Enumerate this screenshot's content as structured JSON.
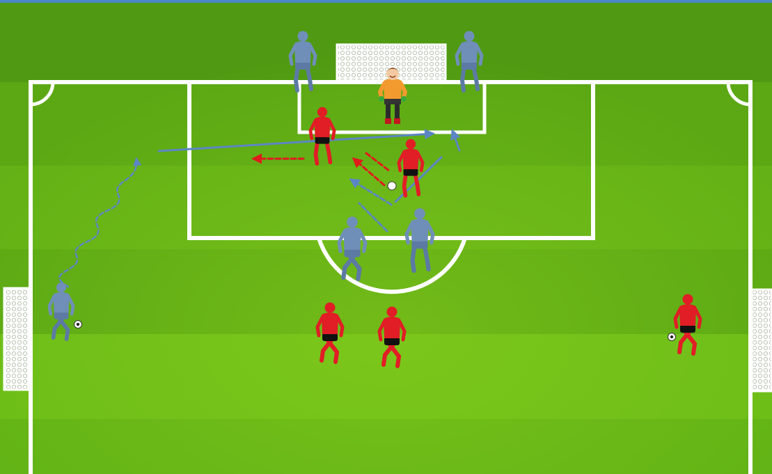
{
  "diagram": {
    "kind": "soccer-training-drill",
    "colors": {
      "pitch_stripe_dark": "#4f9a12",
      "pitch_stripe_light": "#6fbe18",
      "lines": "#ffffff",
      "top_border": "#4a86c8",
      "team_blue": "#6f8fb8",
      "team_red": "#e11d25",
      "goalkeeper": "#f29a2e",
      "pass_arrow_blue": "#5b86c4",
      "run_arrow_red": "#e01b1b"
    },
    "players": {
      "blue": [
        {
          "role": "post-left",
          "state": "standing"
        },
        {
          "role": "post-right",
          "state": "standing"
        },
        {
          "role": "attacker-left",
          "state": "running"
        },
        {
          "role": "attacker-right",
          "state": "running"
        },
        {
          "role": "wide-left-with-ball",
          "state": "dribbling"
        }
      ],
      "red": [
        {
          "role": "defender-near-post",
          "state": "running"
        },
        {
          "role": "defender-centre",
          "state": "running"
        },
        {
          "role": "waiting-left",
          "state": "running"
        },
        {
          "role": "waiting-right",
          "state": "running"
        },
        {
          "role": "wide-right-with-ball",
          "state": "dribbling"
        }
      ],
      "goalkeeper": {
        "role": "goalkeeper",
        "state": "ready"
      }
    },
    "balls": [
      {
        "role": "in-box"
      },
      {
        "role": "wide-left"
      },
      {
        "role": "wide-right"
      }
    ],
    "movements": [
      {
        "type": "dribble",
        "team": "blue",
        "style": "dashed-curly"
      },
      {
        "type": "pass",
        "team": "blue",
        "style": "solid"
      },
      {
        "type": "run",
        "team": "red",
        "style": "dashed"
      },
      {
        "type": "run",
        "team": "red",
        "style": "dashed"
      },
      {
        "type": "run",
        "team": "blue",
        "style": "dashed"
      },
      {
        "type": "pass",
        "team": "blue",
        "style": "solid"
      }
    ]
  }
}
